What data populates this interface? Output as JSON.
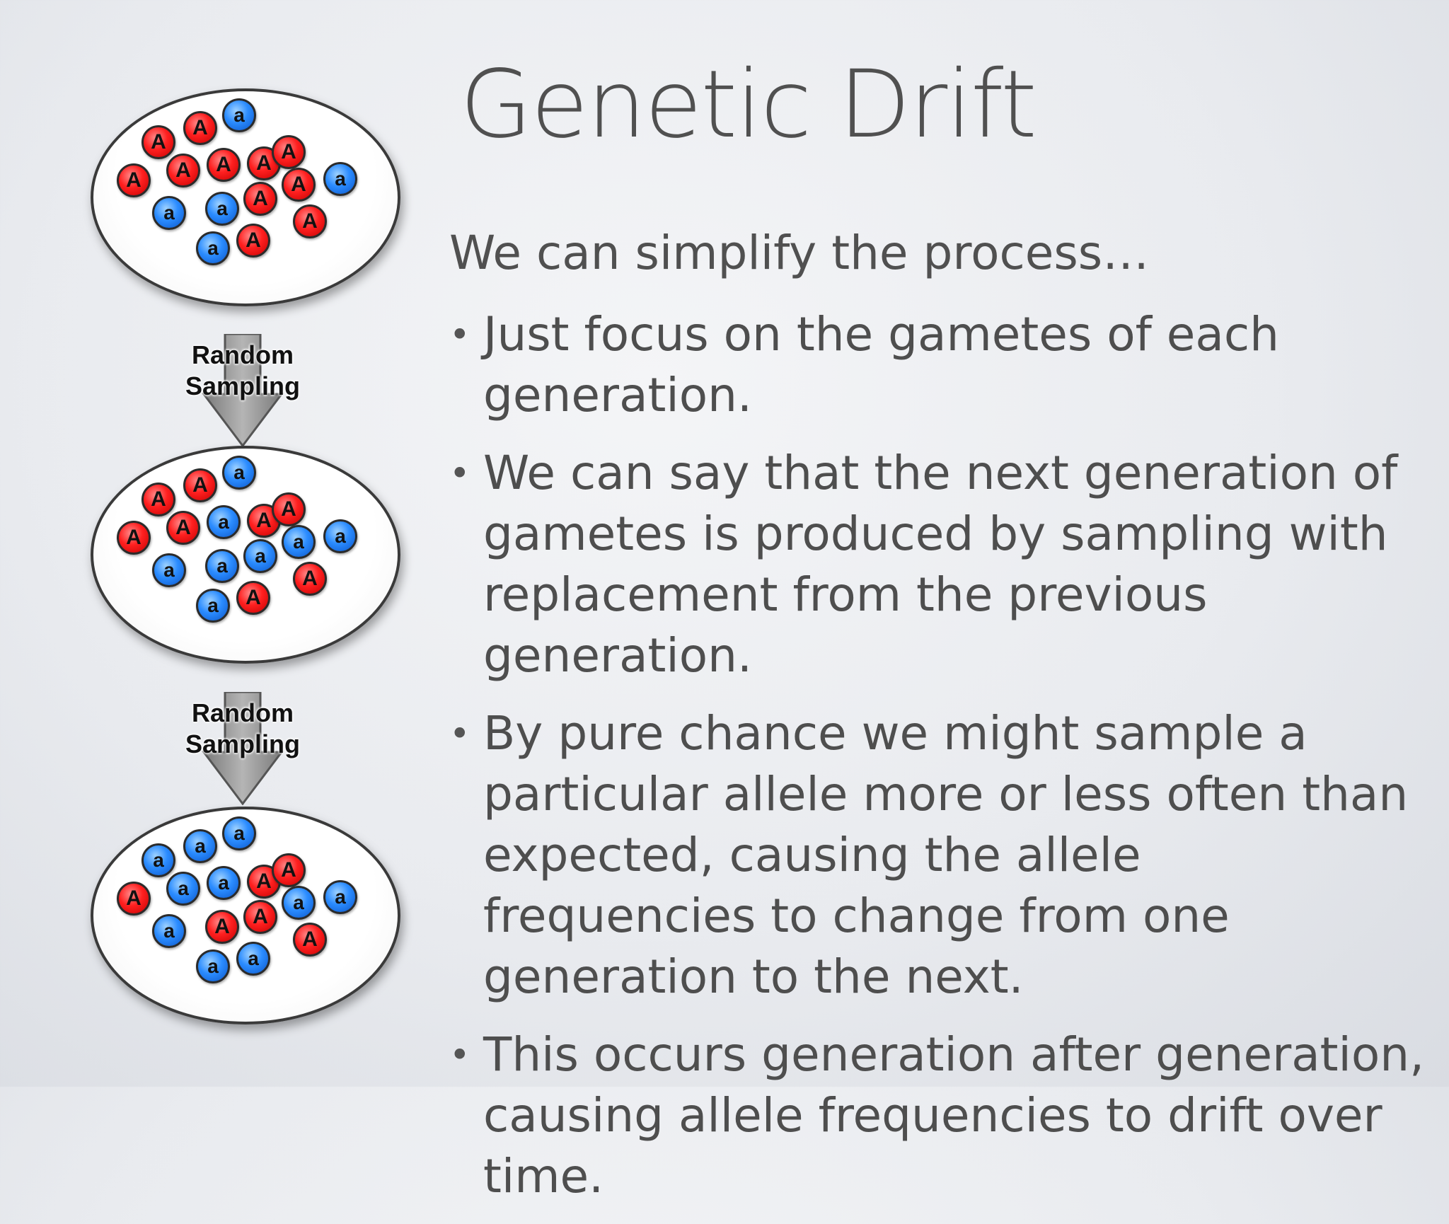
{
  "slide": {
    "title": "Genetic Drift",
    "intro": "We can simplify the process…",
    "bullets": [
      "Just focus on the gametes of each generation.",
      "We can say that the next generation of gametes is produced by sampling with replacement from the previous generation.",
      "By pure chance we might sample a particular allele more or less often than expected, causing the allele frequencies to change from one generation to the next.",
      "This occurs generation after generation, causing allele frequencies to drift over time."
    ],
    "bullet_marker": "•"
  },
  "diagram": {
    "arrow_label_line1": "Random",
    "arrow_label_line2": "Sampling",
    "allele_colors": {
      "A": "#ff2020",
      "a": "#2b8cff"
    },
    "pools": [
      {
        "alleles": [
          "A",
          "A",
          "a",
          "A",
          "A",
          "A",
          "A",
          "A",
          "A",
          "a",
          "a",
          "a",
          "A",
          "A",
          "a",
          "A"
        ]
      },
      {
        "alleles": [
          "A",
          "A",
          "a",
          "A",
          "a",
          "A",
          "A",
          "A",
          "a",
          "a",
          "a",
          "a",
          "a",
          "A",
          "a",
          "A"
        ]
      },
      {
        "alleles": [
          "a",
          "a",
          "a",
          "a",
          "a",
          "A",
          "A",
          "A",
          "a",
          "a",
          "a",
          "A",
          "A",
          "A",
          "a",
          "a"
        ]
      }
    ]
  }
}
